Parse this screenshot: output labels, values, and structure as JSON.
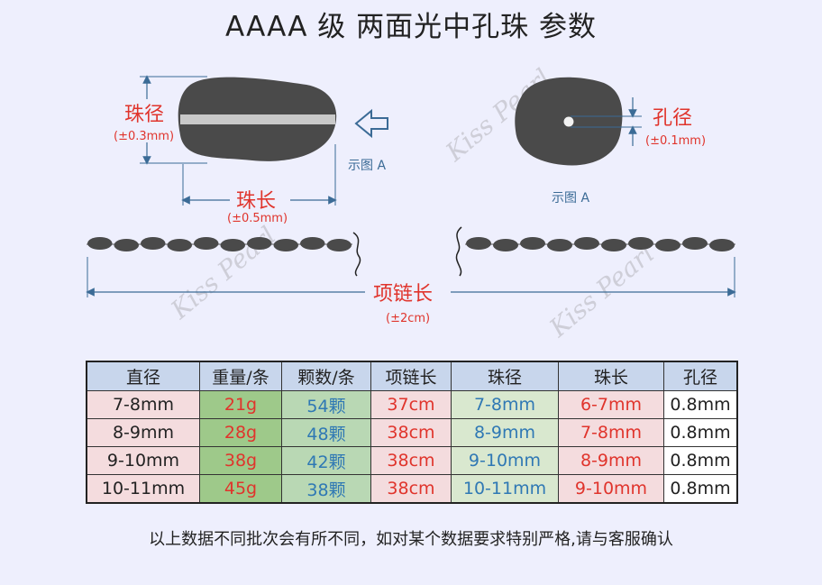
{
  "title": "AAAA 级 两面光中孔珠 参数",
  "diagram": {
    "bead_diameter_label": "珠径",
    "bead_diameter_tol": "(±0.3mm)",
    "bead_length_label": "珠长",
    "bead_length_tol": "(±0.5mm)",
    "hole_label": "孔径",
    "hole_tol": "(±0.1mm)",
    "figure_a_left": "示图 A",
    "figure_a_right": "示图 A",
    "necklace_length_label": "项链长",
    "necklace_length_tol": "(±2cm)",
    "watermark": "Kiss Pearl",
    "colors": {
      "red": "#e0342c",
      "blue": "#3b6b96",
      "bead": "#4a4a4a",
      "arrow": "#3b6b96"
    }
  },
  "table": {
    "headers": [
      "直径",
      "重量/条",
      "颗数/条",
      "项链长",
      "珠径",
      "珠长",
      "孔径"
    ],
    "rows": [
      [
        "7-8mm",
        "21g",
        "54颗",
        "37cm",
        "7-8mm",
        "6-7mm",
        "0.8mm"
      ],
      [
        "8-9mm",
        "28g",
        "48颗",
        "38cm",
        "8-9mm",
        "7-8mm",
        "0.8mm"
      ],
      [
        "9-10mm",
        "38g",
        "42颗",
        "38cm",
        "9-10mm",
        "8-9mm",
        "0.8mm"
      ],
      [
        "10-11mm",
        "45g",
        "38颗",
        "38cm",
        "10-11mm",
        "9-10mm",
        "0.8mm"
      ]
    ]
  },
  "note": "以上数据不同批次会有所不同，如对某个数据要求特别严格,请与客服确认"
}
